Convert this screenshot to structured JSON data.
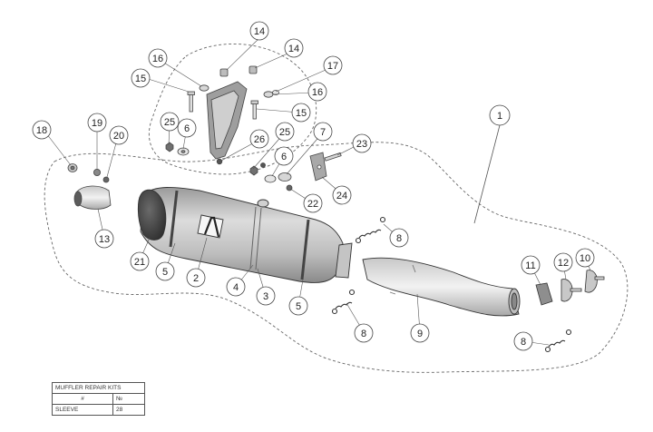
{
  "parts": [
    {
      "no": "1"
    },
    {
      "no": "2"
    },
    {
      "no": "3"
    },
    {
      "no": "4"
    },
    {
      "no": "5"
    },
    {
      "no": "5"
    },
    {
      "no": "6"
    },
    {
      "no": "6"
    },
    {
      "no": "7"
    },
    {
      "no": "8"
    },
    {
      "no": "8"
    },
    {
      "no": "8"
    },
    {
      "no": "9"
    },
    {
      "no": "10"
    },
    {
      "no": "11"
    },
    {
      "no": "12"
    },
    {
      "no": "13"
    },
    {
      "no": "14"
    },
    {
      "no": "14"
    },
    {
      "no": "15"
    },
    {
      "no": "15"
    },
    {
      "no": "16"
    },
    {
      "no": "16"
    },
    {
      "no": "17"
    },
    {
      "no": "18"
    },
    {
      "no": "19"
    },
    {
      "no": "20"
    },
    {
      "no": "21"
    },
    {
      "no": "22"
    },
    {
      "no": "23"
    },
    {
      "no": "24"
    },
    {
      "no": "25"
    },
    {
      "no": "25"
    },
    {
      "no": "26"
    }
  ],
  "kit_table": {
    "title": "MUFFLER REPAIR KITS",
    "header": [
      "#",
      "№"
    ],
    "rows": [
      [
        "SLEEVE",
        "28"
      ]
    ]
  },
  "colors": {
    "line": "#555555",
    "text": "#222222",
    "dash": "#666666"
  }
}
